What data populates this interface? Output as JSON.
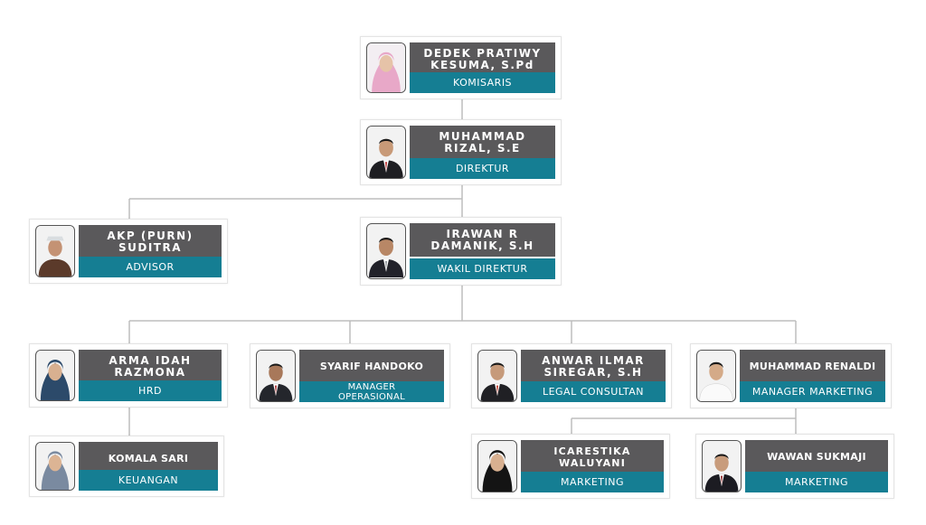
{
  "accent_color": "#157e93",
  "name_color": "#5a595b",
  "members": {
    "komisaris": {
      "name": "DEDEK PRATIWY\nKESUMA, S.Pd",
      "role": "KOMISARIS",
      "photo": "woman-hijab-pink-icon"
    },
    "direktur": {
      "name": "MUHAMMAD\nRIZAL, S.E",
      "role": "DIREKTUR",
      "photo": "man-suit-icon"
    },
    "advisor": {
      "name": "AKP (PURN)\nSUDITRA",
      "role": "ADVISOR",
      "photo": "man-uniform-icon"
    },
    "wakil": {
      "name": "IRAWAN R\nDAMANIK, S.H",
      "role": "WAKIL DIREKTUR",
      "photo": "man-suit-icon"
    },
    "hrd": {
      "name": "ARMA IDAH\nRAZMONA",
      "role": "HRD",
      "photo": "woman-hijab-icon"
    },
    "operasional": {
      "name": "SYARIF HANDOKO",
      "role": "MANAGER\nOPERASIONAL",
      "photo": "man-suit-icon"
    },
    "legal": {
      "name": "ANWAR ILMAR\nSIREGAR, S.H",
      "role": "LEGAL CONSULTAN",
      "photo": "man-suit-icon"
    },
    "mgr_marketing": {
      "name": "MUHAMMAD RENALDI",
      "role": "MANAGER MARKETING",
      "photo": "man-white-shirt-icon"
    },
    "keuangan": {
      "name": "KOMALA SARI",
      "role": "KEUANGAN",
      "photo": "woman-hijab-icon"
    },
    "marketing1": {
      "name": "ICARESTIKA\nWALUYANI",
      "role": "MARKETING",
      "photo": "woman-hijab-black-icon"
    },
    "marketing2": {
      "name": "WAWAN SUKMAJI",
      "role": "MARKETING",
      "photo": "man-suit-icon"
    }
  }
}
